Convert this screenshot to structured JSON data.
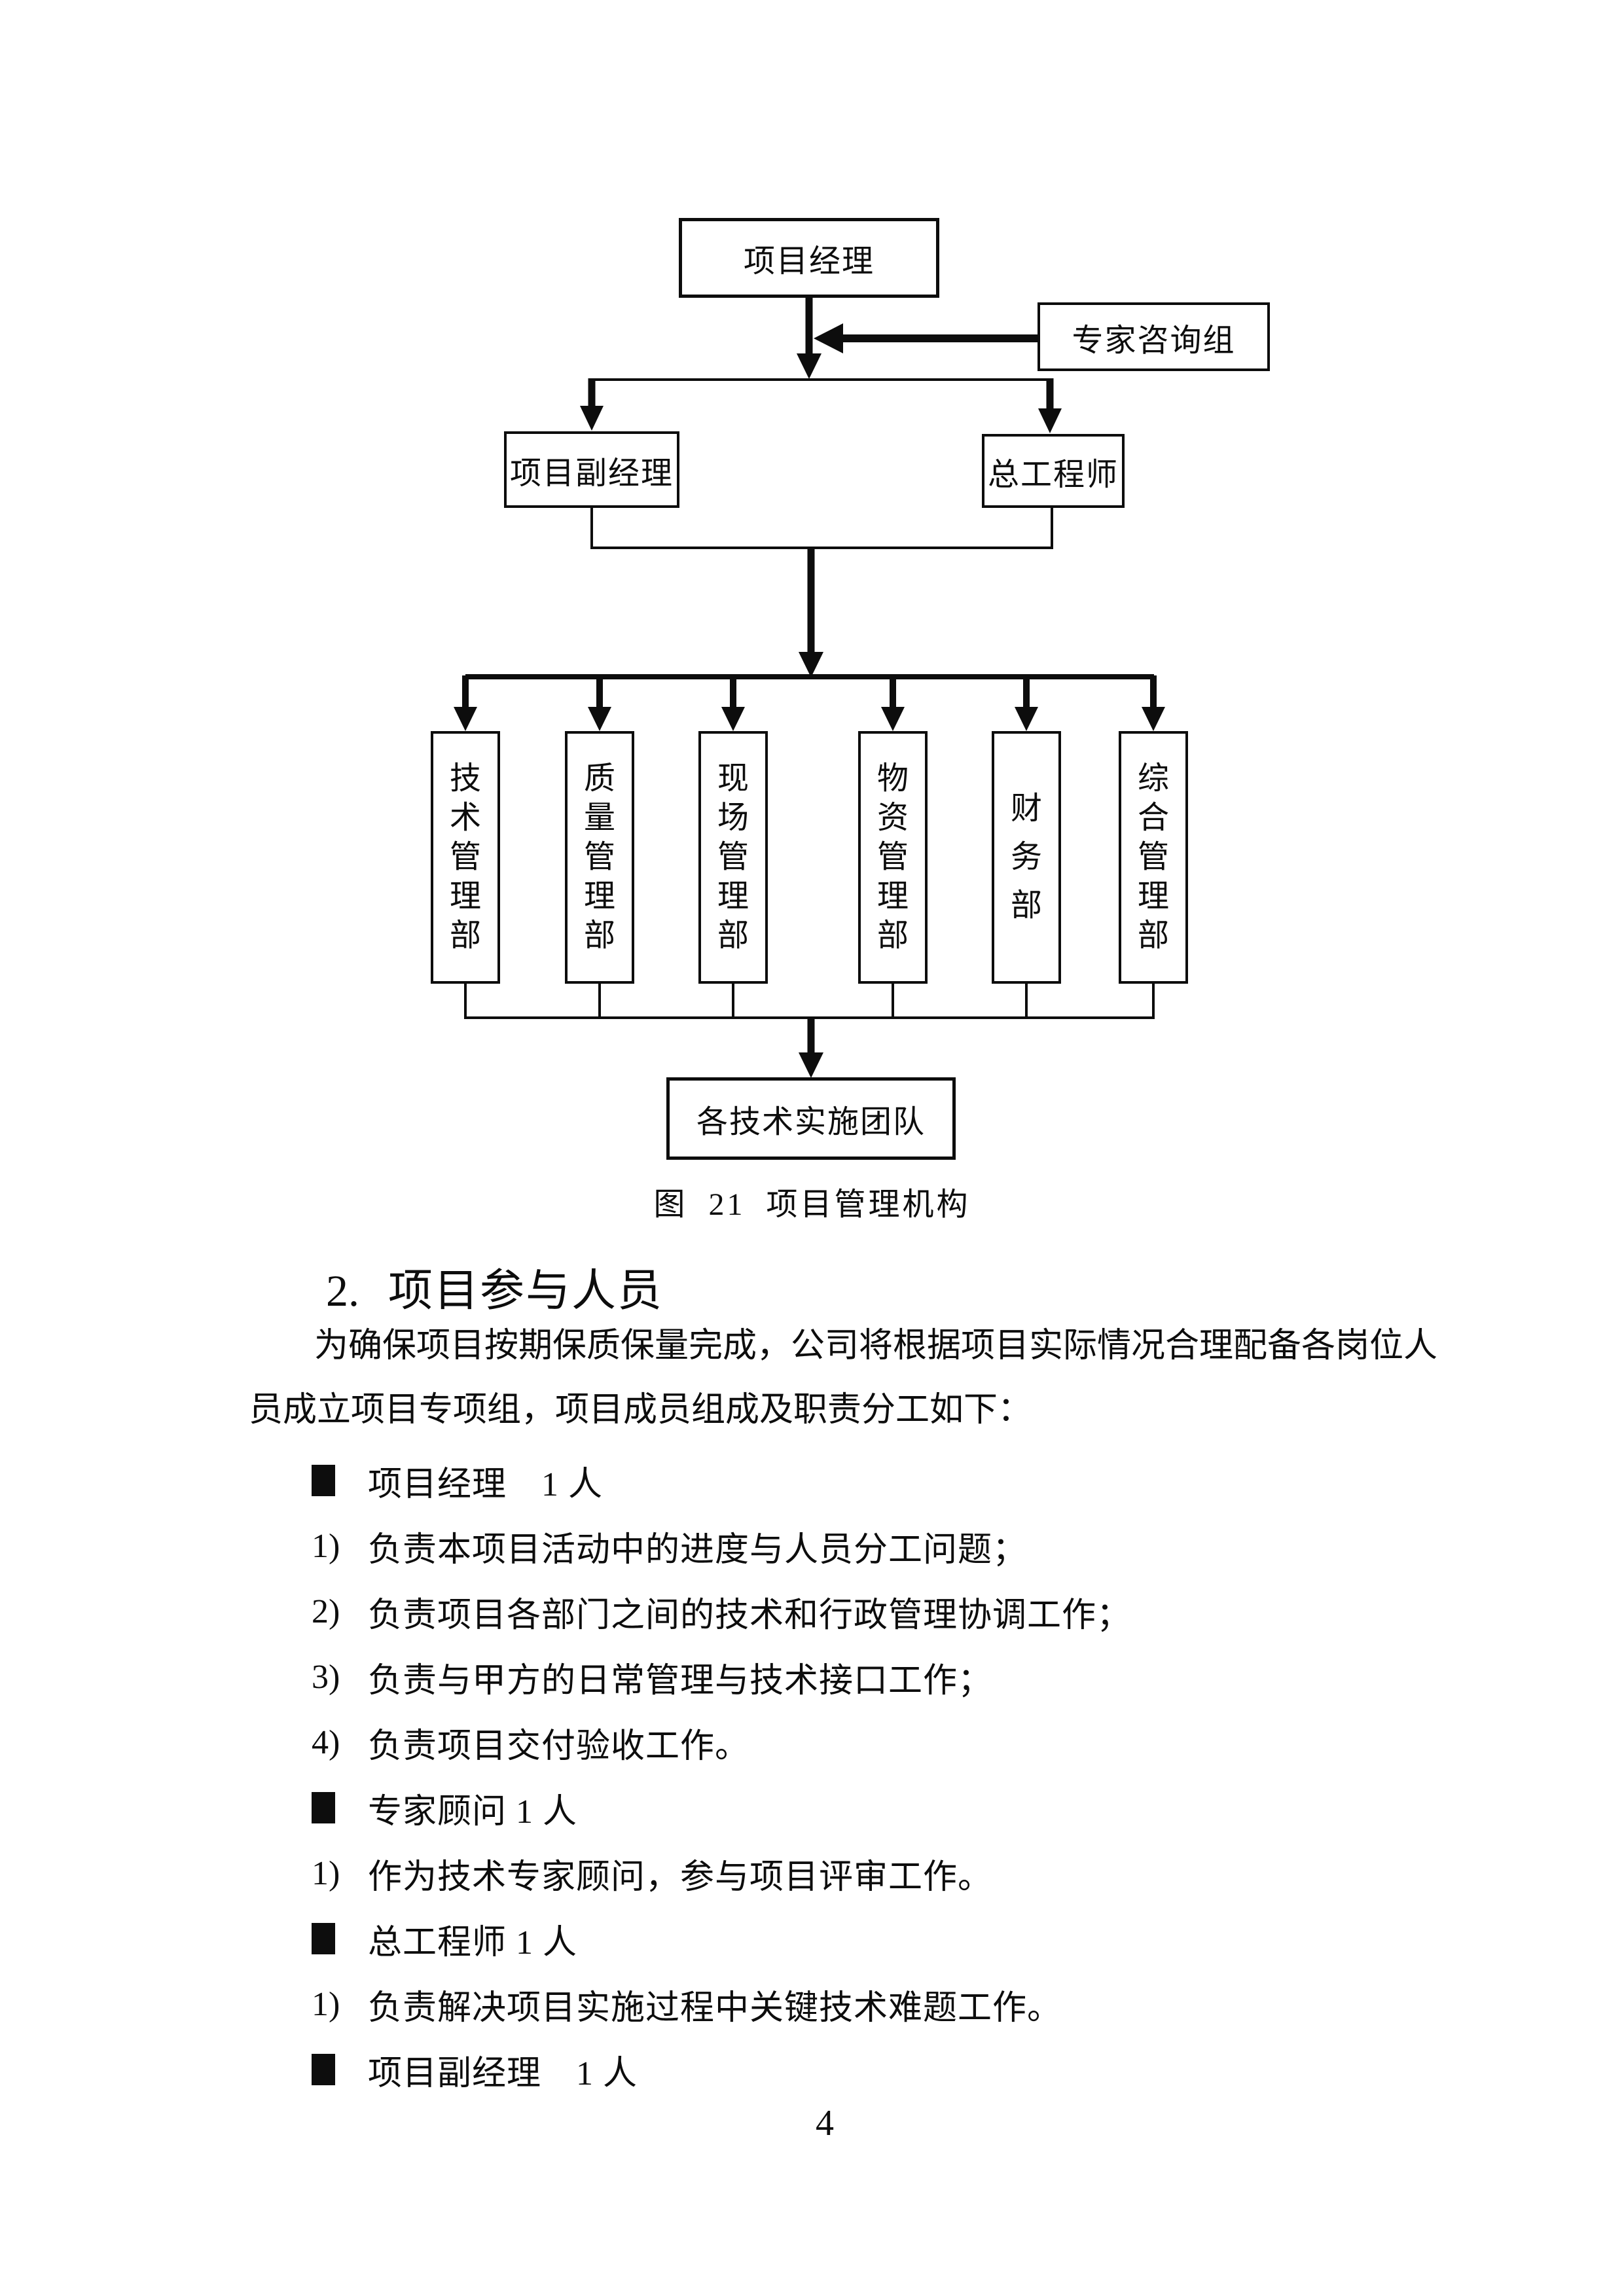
{
  "diagram": {
    "caption": "图  21  项目管理机构",
    "nodes": {
      "project_manager": "项目经理",
      "expert_group": "专家咨询组",
      "deputy_manager": "项目副经理",
      "chief_engineer": "总工程师",
      "teams": "各技术实施团队"
    },
    "departments": [
      {
        "label": "技术管理部"
      },
      {
        "label": "质量管理部"
      },
      {
        "label": "现场管理部"
      },
      {
        "label": "物资管理部"
      },
      {
        "label": "财务部"
      },
      {
        "label": "综合管理部"
      }
    ]
  },
  "section": {
    "heading_number": "2.",
    "heading_title": "项目参与人员",
    "paragraph_lines": [
      "为确保项目按期保质保量完成，公司将根据项目实际情况合理配备各岗位人",
      "员成立项目专项组，项目成员组成及职责分工如下："
    ],
    "list": [
      {
        "type": "bullet",
        "prefix": "",
        "text": "项目经理　1 人"
      },
      {
        "type": "numbered",
        "prefix": "1)",
        "text": "负责本项目活动中的进度与人员分工问题；"
      },
      {
        "type": "numbered",
        "prefix": "2)",
        "text": "负责项目各部门之间的技术和行政管理协调工作；"
      },
      {
        "type": "numbered",
        "prefix": "3)",
        "text": "负责与甲方的日常管理与技术接口工作；"
      },
      {
        "type": "numbered",
        "prefix": "4)",
        "text": "负责项目交付验收工作。"
      },
      {
        "type": "bullet",
        "prefix": "",
        "text": "专家顾问 1 人"
      },
      {
        "type": "numbered",
        "prefix": "1)",
        "text": "作为技术专家顾问，参与项目评审工作。"
      },
      {
        "type": "bullet",
        "prefix": "",
        "text": "总工程师 1 人"
      },
      {
        "type": "numbered",
        "prefix": "1)",
        "text": "负责解决项目实施过程中关键技术难题工作。"
      },
      {
        "type": "bullet",
        "prefix": "",
        "text": "项目副经理　1 人"
      }
    ]
  },
  "page": {
    "number": "4"
  },
  "colors": {
    "ink": "#0d0d0d",
    "paper": "#ffffff"
  }
}
